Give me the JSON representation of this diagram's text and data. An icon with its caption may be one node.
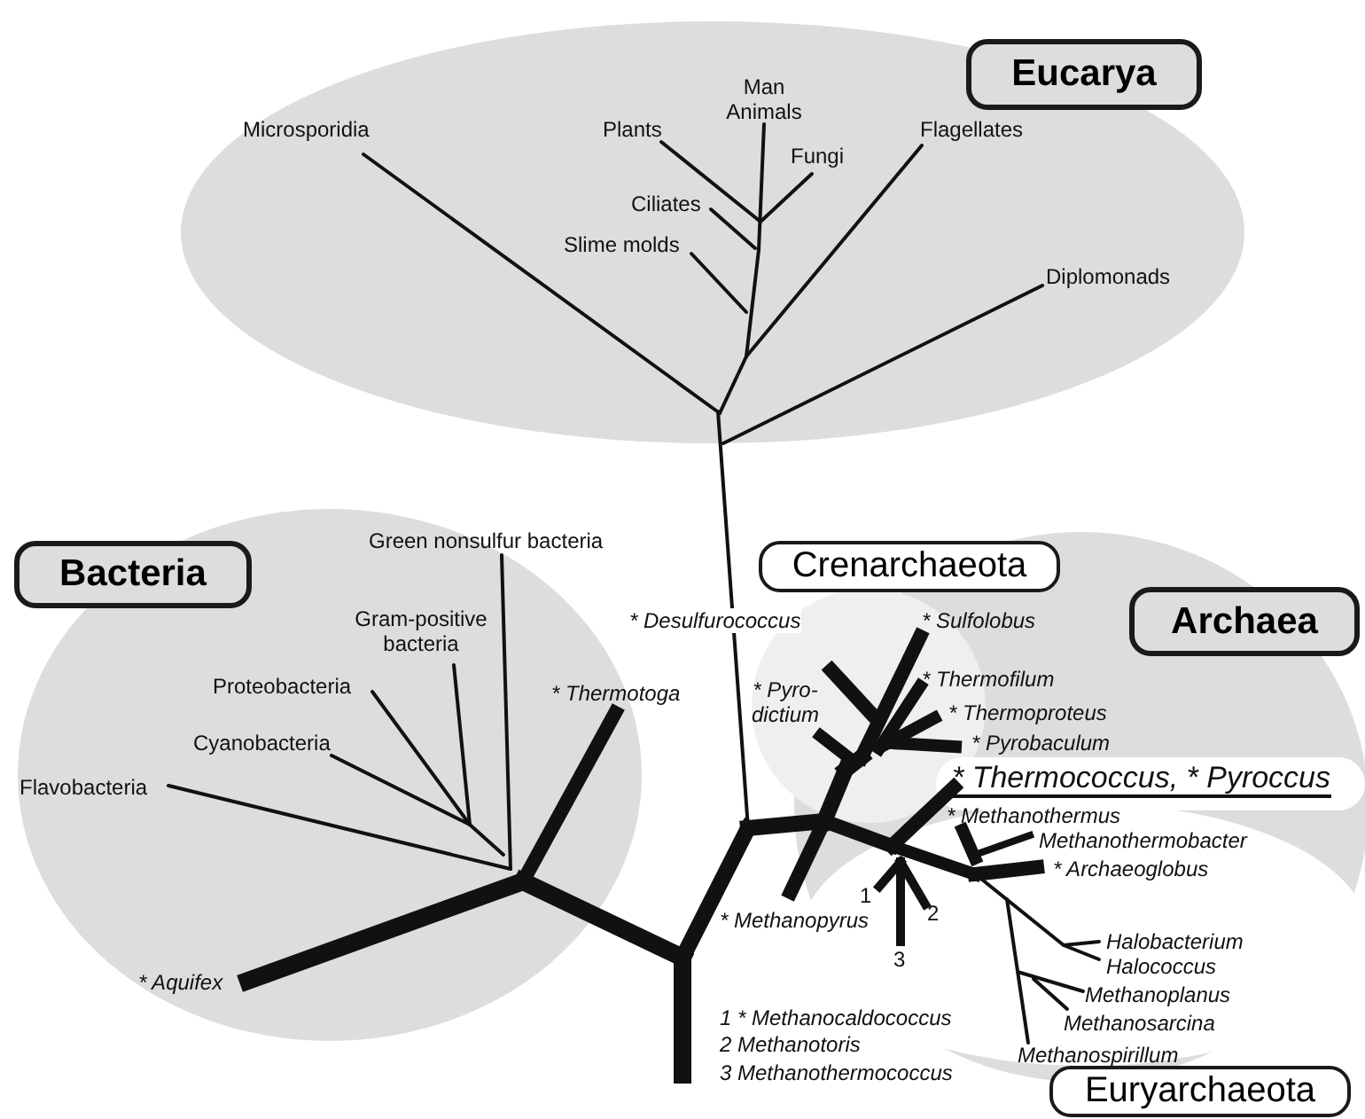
{
  "diagram": {
    "nodes": [
      {
        "text": [
          "Eucarya"
        ]
      },
      {
        "text": [
          "Bacteria"
        ]
      },
      {
        "text": [
          "Crenarchaeota"
        ]
      },
      {
        "text": [
          "Archaea"
        ]
      },
      {
        "text": [
          "Euryarchaeota"
        ]
      }
    ],
    "labels": [
      "Microsporidia",
      "Man Animals",
      "Plants",
      "Fungi",
      "Ciliates",
      "Slime molds",
      "Flagellates",
      "Diplomonads",
      "Green nonsulfur bacteria",
      "Gram-positive bacteria",
      "Proteobacteria",
      "Cyanobacteria",
      "Flavobacteria",
      "* Thermotoga",
      "* Aquifex",
      "* Desulfurococcus",
      "* Sulfolobus",
      "* Pyro- dictium",
      "* Thermofilum",
      "* Thermoproteus",
      "* Pyrobaculum",
      "* Thermococcus, * Pyroccus",
      "* Methanothermus",
      "Methanothermobacter",
      "* Archaeoglobus",
      "* Methanopyrus",
      "1",
      "2",
      "3",
      "Halobacterium",
      "Halococcus",
      "Methanoplanus",
      "Methanosarcina",
      "Methanospirillum",
      "1 * Methanocaldococcus",
      "2 Methanotoris",
      "3 Methanothermococcus"
    ]
  }
}
